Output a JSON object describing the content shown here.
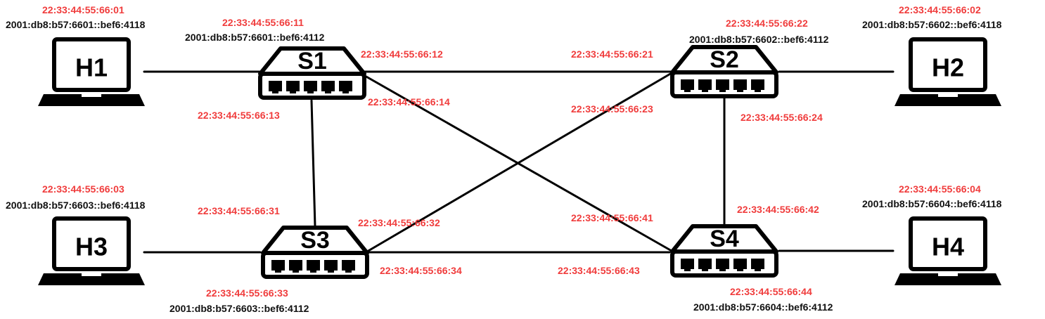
{
  "colors": {
    "mac": "#f03c3c",
    "ip": "#111111",
    "line": "#000000",
    "background": "#ffffff"
  },
  "hosts": [
    {
      "id": "H1",
      "label": "H1",
      "icon": "laptop-icon",
      "mac": "22:33:44:55:66:01",
      "ip": "2001:db8:b57:6601::bef6:4118"
    },
    {
      "id": "H2",
      "label": "H2",
      "icon": "laptop-icon",
      "mac": "22:33:44:55:66:02",
      "ip": "2001:db8:b57:6602::bef6:4118"
    },
    {
      "id": "H3",
      "label": "H3",
      "icon": "laptop-icon",
      "mac": "22:33:44:55:66:03",
      "ip": "2001:db8:b57:6603::bef6:4118"
    },
    {
      "id": "H4",
      "label": "H4",
      "icon": "laptop-icon",
      "mac": "22:33:44:55:66:04",
      "ip": "2001:db8:b57:6604::bef6:4118"
    }
  ],
  "switches": [
    {
      "id": "S1",
      "label": "S1",
      "icon": "switch-icon",
      "mac": "22:33:44:55:66:11",
      "ip": "2001:db8:b57:6601::bef6:4112"
    },
    {
      "id": "S2",
      "label": "S2",
      "icon": "switch-icon",
      "mac": "22:33:44:55:66:22",
      "ip": "2001:db8:b57:6602::bef6:4112"
    },
    {
      "id": "S3",
      "label": "S3",
      "icon": "switch-icon",
      "mac": "22:33:44:55:66:33",
      "ip": "2001:db8:b57:6603::bef6:4112"
    },
    {
      "id": "S4",
      "label": "S4",
      "icon": "switch-icon",
      "mac": "22:33:44:55:66:44",
      "ip": "2001:db8:b57:6604::bef6:4112"
    }
  ],
  "links": [
    {
      "from": "H1",
      "to": "S1"
    },
    {
      "from": "H2",
      "to": "S2"
    },
    {
      "from": "H3",
      "to": "S3"
    },
    {
      "from": "H4",
      "to": "S4"
    },
    {
      "from": "S1",
      "to": "S2",
      "from_port": "22:33:44:55:66:12",
      "to_port": "22:33:44:55:66:21"
    },
    {
      "from": "S1",
      "to": "S3",
      "from_port": "22:33:44:55:66:13",
      "to_port": "22:33:44:55:66:31"
    },
    {
      "from": "S1",
      "to": "S4",
      "from_port": "22:33:44:55:66:14",
      "to_port": "22:33:44:55:66:41"
    },
    {
      "from": "S2",
      "to": "S3",
      "from_port": "22:33:44:55:66:23",
      "to_port": "22:33:44:55:66:32"
    },
    {
      "from": "S2",
      "to": "S4",
      "from_port": "22:33:44:55:66:24",
      "to_port": "22:33:44:55:66:42"
    },
    {
      "from": "S3",
      "to": "S4",
      "from_port": "22:33:44:55:66:34",
      "to_port": "22:33:44:55:66:43"
    }
  ]
}
